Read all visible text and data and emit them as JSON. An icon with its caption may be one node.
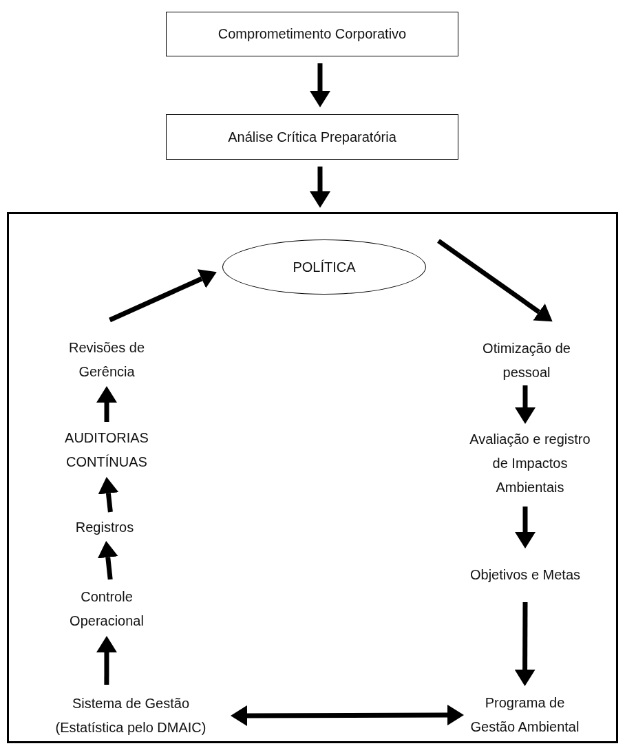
{
  "diagram": {
    "nodes": [
      {
        "text": [
          "Comprometimento Corporativo"
        ]
      },
      {
        "text": [
          "Análise Crítica Preparatória"
        ]
      },
      {
        "text": [],
        "shape": "box"
      },
      {
        "text": [
          "POLÍTICA"
        ],
        "in": 2
      },
      {
        "text": [
          "Otimização de pessoal"
        ],
        "in": 2
      },
      {
        "text": [
          "Avaliação e registro de Impactos Ambientais"
        ],
        "in": 2
      },
      {
        "text": [
          "Objetivos e Metas"
        ],
        "in": 2
      },
      {
        "text": [
          "Programa de Gestão Ambiental"
        ],
        "in": 2
      },
      {
        "text": [
          "Sistema de Gestão (Estatística pelo DMAIC)"
        ],
        "in": 2
      },
      {
        "text": [
          "Controle Operacional"
        ],
        "in": 2
      },
      {
        "text": [
          "Registros"
        ],
        "in": 2
      },
      {
        "text": [
          "AUDITORIAS CONTÍNUAS"
        ],
        "in": 2
      },
      {
        "text": [
          "Revisões de Gerência"
        ],
        "in": 2
      }
    ],
    "edges": [
      {
        "from": 0,
        "to": 1,
        "arrow": "to"
      },
      {
        "from": 1,
        "to": 2,
        "arrow": "to"
      },
      {
        "from": 3,
        "to": 4,
        "arrow": "to"
      },
      {
        "from": 4,
        "to": 5,
        "arrow": "to"
      },
      {
        "from": 5,
        "to": 6,
        "arrow": "to"
      },
      {
        "from": 6,
        "to": 7,
        "arrow": "to"
      },
      {
        "from": 7,
        "to": 8,
        "arrow": "both"
      },
      {
        "from": 8,
        "to": 9,
        "arrow": "to"
      },
      {
        "from": 9,
        "to": 10,
        "arrow": "to"
      },
      {
        "from": 10,
        "to": 11,
        "arrow": "to"
      },
      {
        "from": 11,
        "to": 12,
        "arrow": "to"
      },
      {
        "from": 12,
        "to": 3,
        "arrow": "to"
      }
    ]
  }
}
